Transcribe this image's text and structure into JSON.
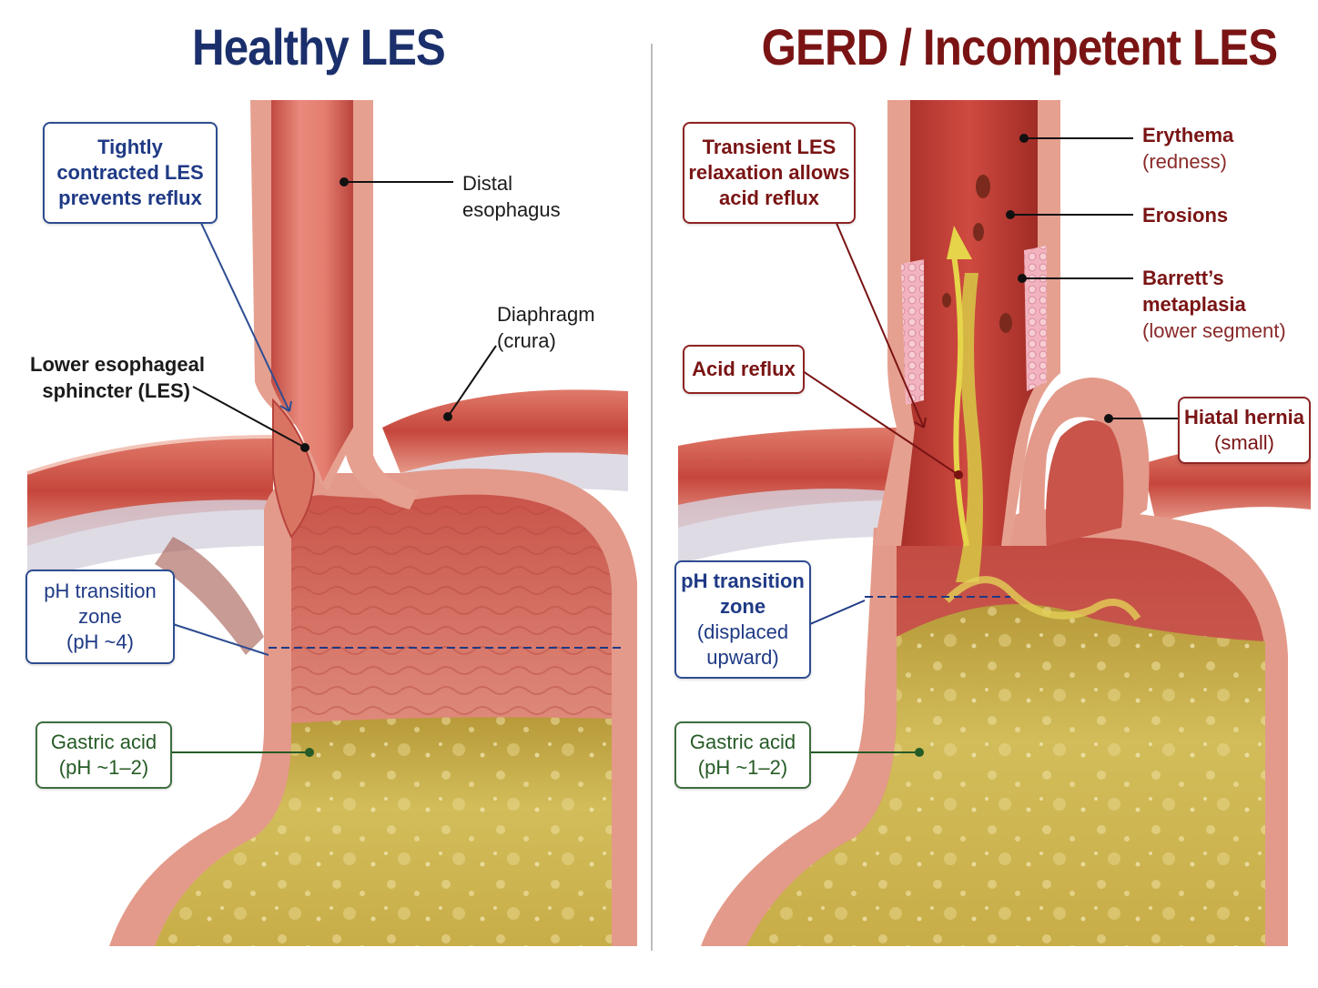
{
  "titles": {
    "healthy": "Healthy LES",
    "gerd": "GERD / Incompetent LES"
  },
  "healthy": {
    "tightly_box": [
      "Tightly",
      "contracted LES",
      "prevents reflux"
    ],
    "distal_esophagus": [
      "Distal",
      "esophagus"
    ],
    "diaphragm": [
      "Diaphragm",
      "(crura)"
    ],
    "les": [
      "Lower esophageal",
      "sphincter (LES)"
    ],
    "ph_box": [
      "pH transition",
      "zone",
      "(pH  ~4)"
    ],
    "acid_box": [
      "Gastric acid",
      "(pH ~1–2)"
    ]
  },
  "gerd": {
    "transient_box": [
      "Transient LES",
      "relaxation allows",
      "acid reflux"
    ],
    "acid_reflux_box": "Acid reflux",
    "erythema": [
      "Erythema",
      "(redness)"
    ],
    "erosions": "Erosions",
    "barretts": [
      "Barrett’s",
      "metaplasia",
      "(lower segment)"
    ],
    "hiatal_box": [
      "Hiatal hernia",
      "(small)"
    ],
    "ph_box": [
      "pH transition",
      "zone",
      "(displaced",
      "upward)"
    ],
    "acid_box": [
      "Gastric acid",
      "(pH ~1–2)"
    ]
  },
  "colors": {
    "tissue": "#d9675c",
    "tissue_dark": "#b8433c",
    "lining": "#f0b2a6",
    "acid": "#c9b24a",
    "reflux_arrow": "#e6d44a",
    "navy": "#1a2f6b",
    "maroon": "#7a1414",
    "green": "#265b26"
  }
}
